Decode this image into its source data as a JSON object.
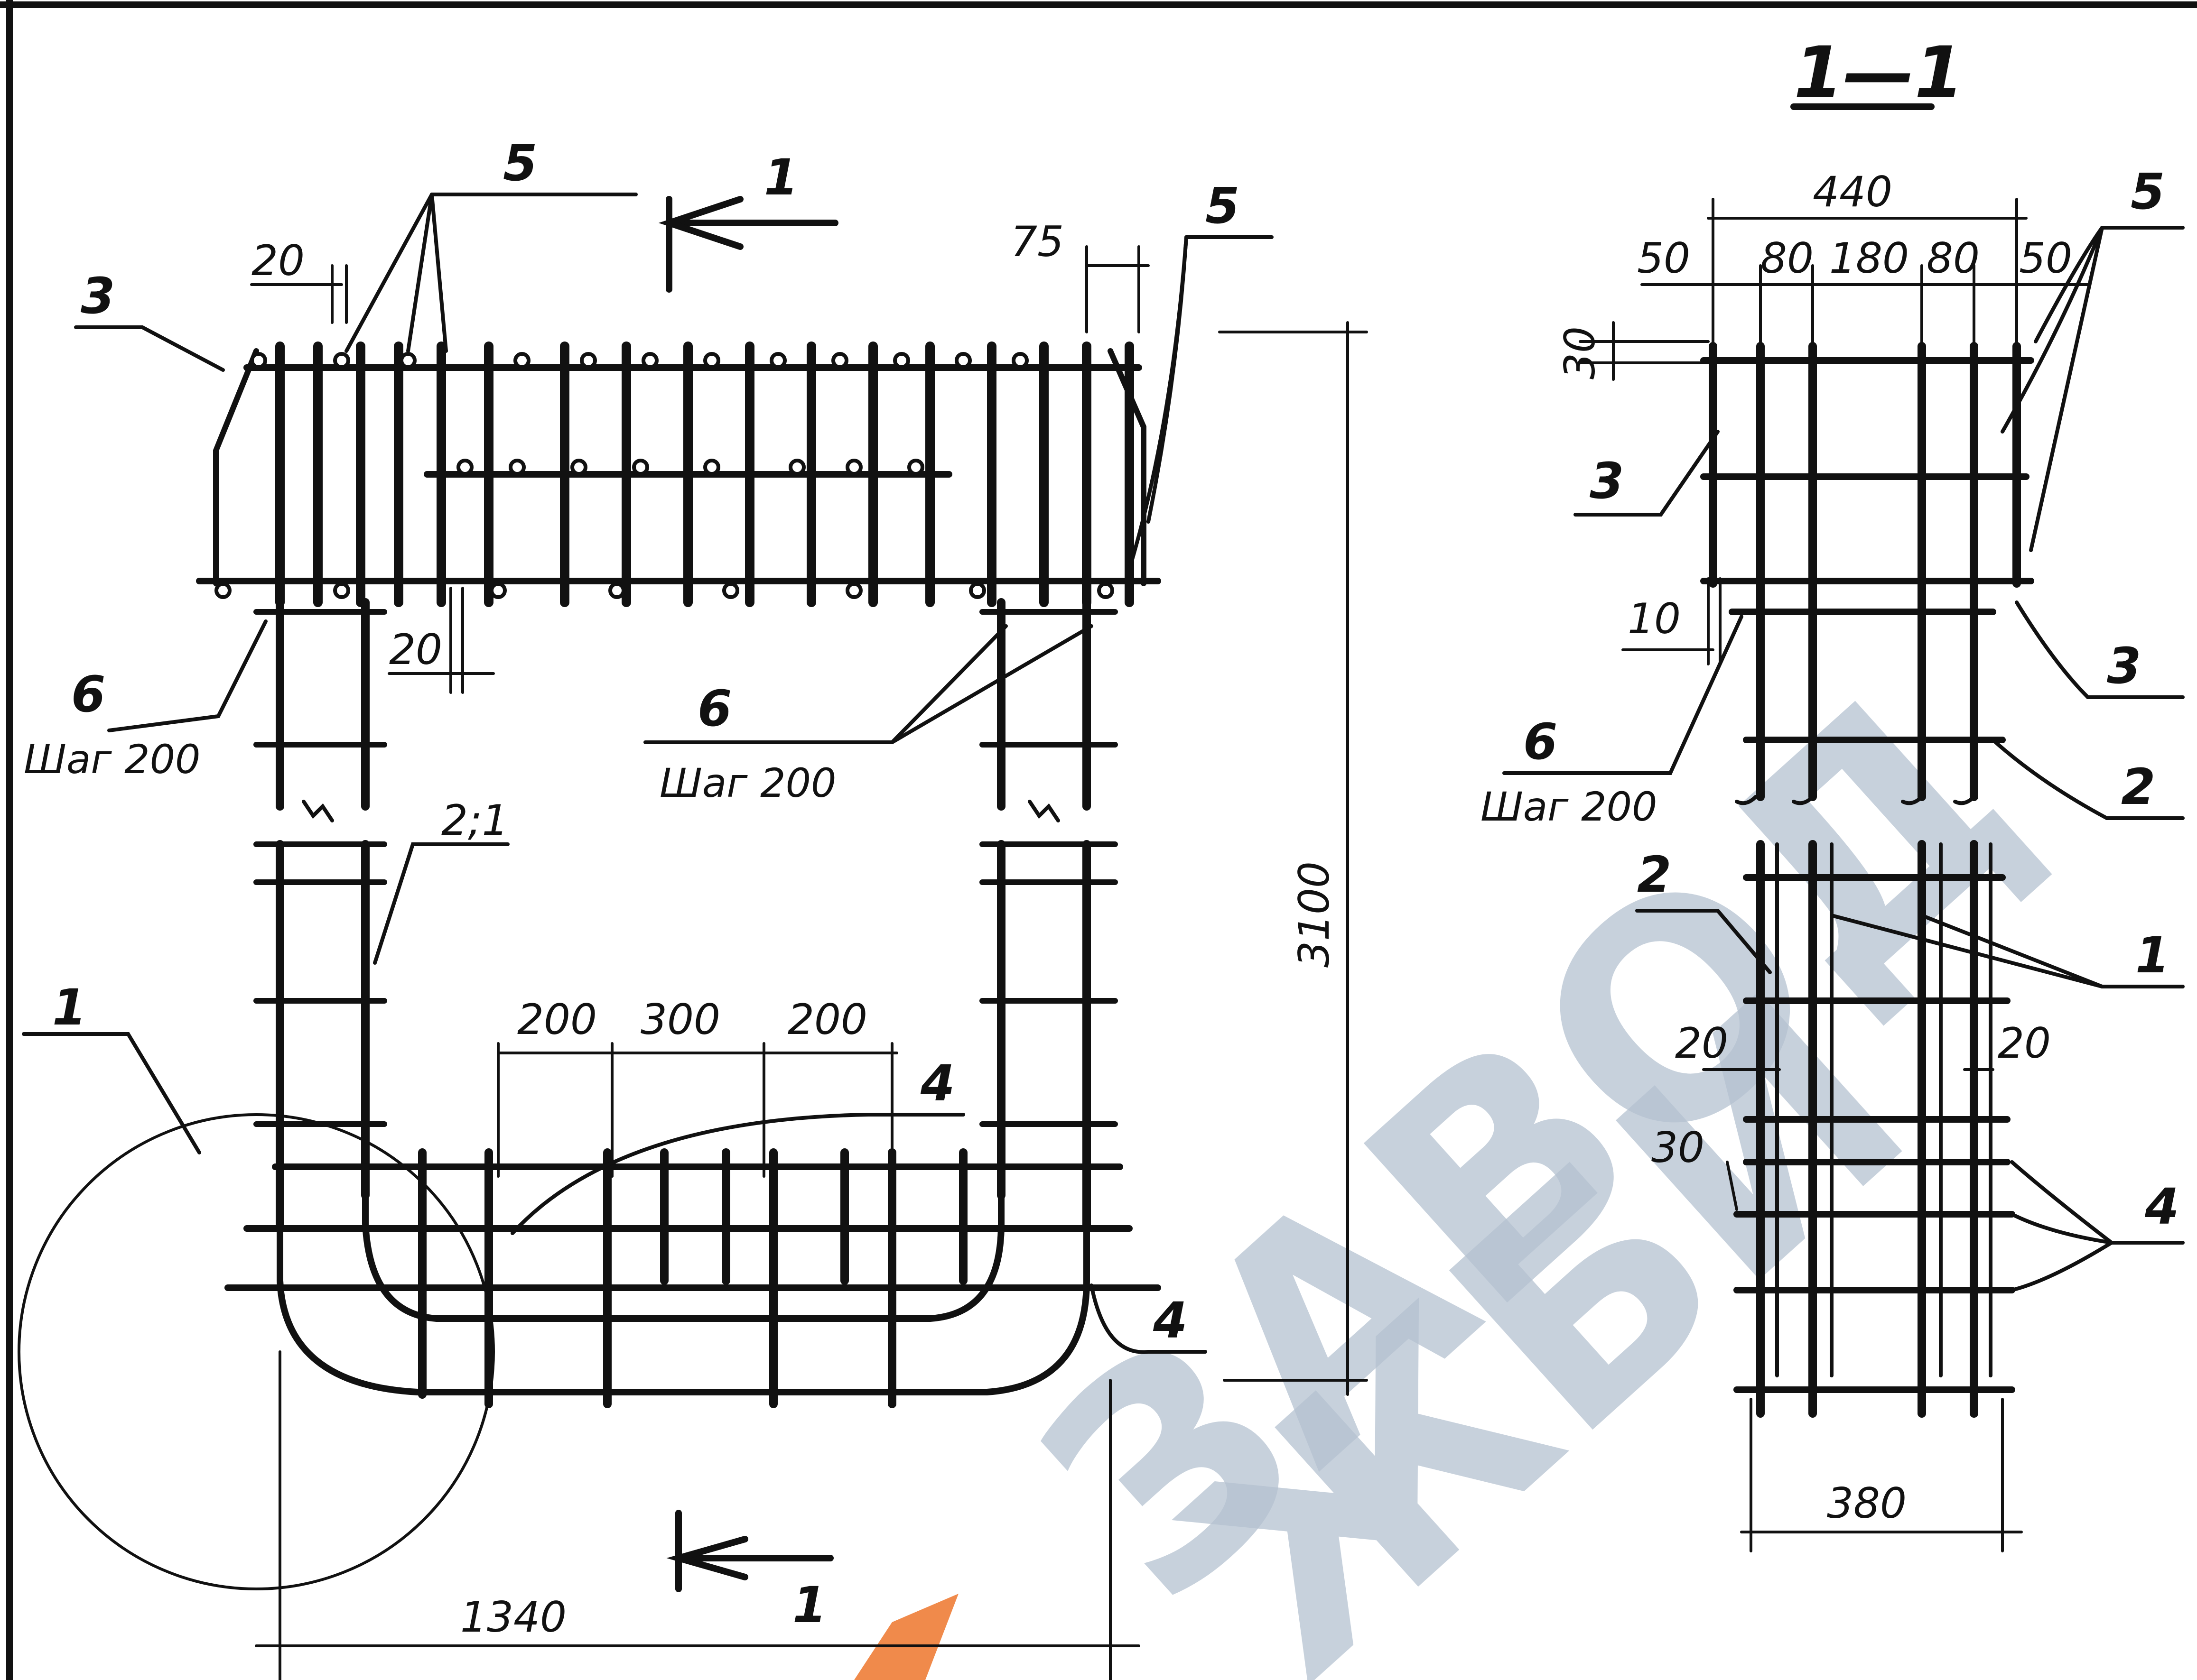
{
  "view_section": {
    "title": "1—1",
    "section_mark": "1",
    "dims": {
      "total_width": "440",
      "parts": [
        "50",
        "80",
        "180",
        "80",
        "50"
      ],
      "spacing_top": "30",
      "spacing_mid": "10",
      "width_bottom": "380",
      "offset_left": "20",
      "offset_right": "20",
      "offset_30": "30"
    },
    "callouts": [
      "5",
      "3",
      "3",
      "6",
      "2",
      "2",
      "1",
      "4"
    ],
    "step_label": "Шаг 200"
  },
  "view_front": {
    "callouts": [
      "5",
      "3",
      "5",
      "6",
      "6",
      "2;1",
      "1",
      "4",
      "4"
    ],
    "step_labels": [
      "Шаг 200",
      "Шаг 200"
    ],
    "dims": {
      "d20_top": "20",
      "d75": "75",
      "d20_mid": "20",
      "height": "3100",
      "width": "1340",
      "spans": [
        "200",
        "300",
        "200"
      ]
    }
  },
  "watermark": {
    "line1": "ЗАВОД",
    "line2": "ЖБИ",
    "color": "#b5c2d1",
    "accent": "#f08a4b"
  }
}
